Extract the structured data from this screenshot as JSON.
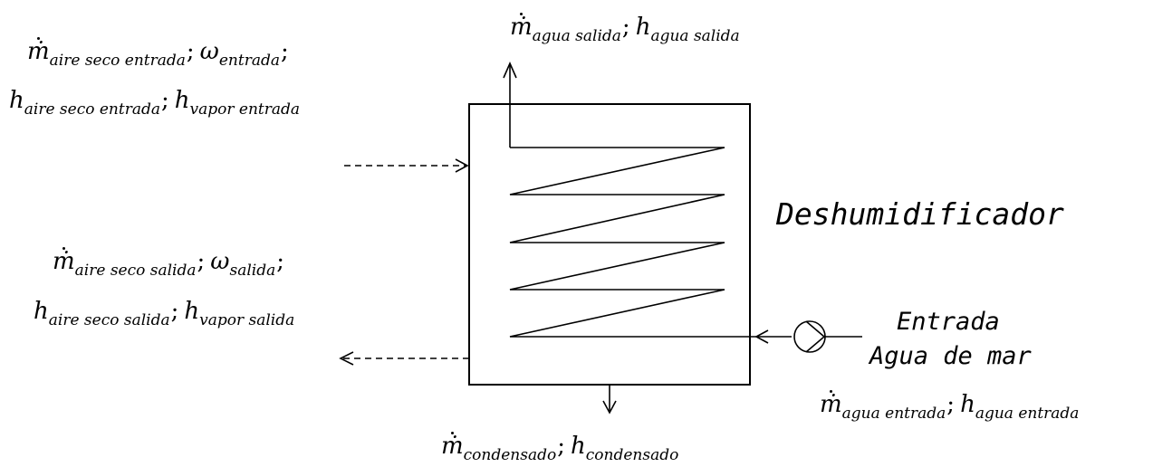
{
  "title": "Deshumidificador",
  "inlet_label": {
    "line1": "Entrada",
    "line2": "Agua de mar"
  },
  "water_outlet": {
    "m": {
      "sym": "ṁ",
      "sub": "agua salida"
    },
    "h": {
      "sym": "h",
      "sub": "agua salida"
    }
  },
  "air_inlet": {
    "line1": {
      "m": {
        "sym": "ṁ",
        "sub": "aire seco entrada"
      },
      "w": {
        "sym": "ω",
        "sub": "entrada"
      }
    },
    "line2": {
      "h1": {
        "sym": "h",
        "sub": "aire seco entrada"
      },
      "h2": {
        "sym": "h",
        "sub": "vapor entrada"
      }
    }
  },
  "air_outlet": {
    "line1": {
      "m": {
        "sym": "ṁ",
        "sub": "aire seco salida"
      },
      "w": {
        "sym": "ω",
        "sub": "salida"
      }
    },
    "line2": {
      "h1": {
        "sym": "h",
        "sub": "aire seco salida"
      },
      "h2": {
        "sym": "h",
        "sub": "vapor salida"
      }
    }
  },
  "water_inlet": {
    "m": {
      "sym": "ṁ",
      "sub": "agua entrada"
    },
    "h": {
      "sym": "h",
      "sub": "agua entrada"
    }
  },
  "condensate": {
    "m": {
      "sym": "ṁ",
      "sub": "condensado"
    },
    "h": {
      "sym": "h",
      "sub": "condensado"
    }
  },
  "separator": ";"
}
